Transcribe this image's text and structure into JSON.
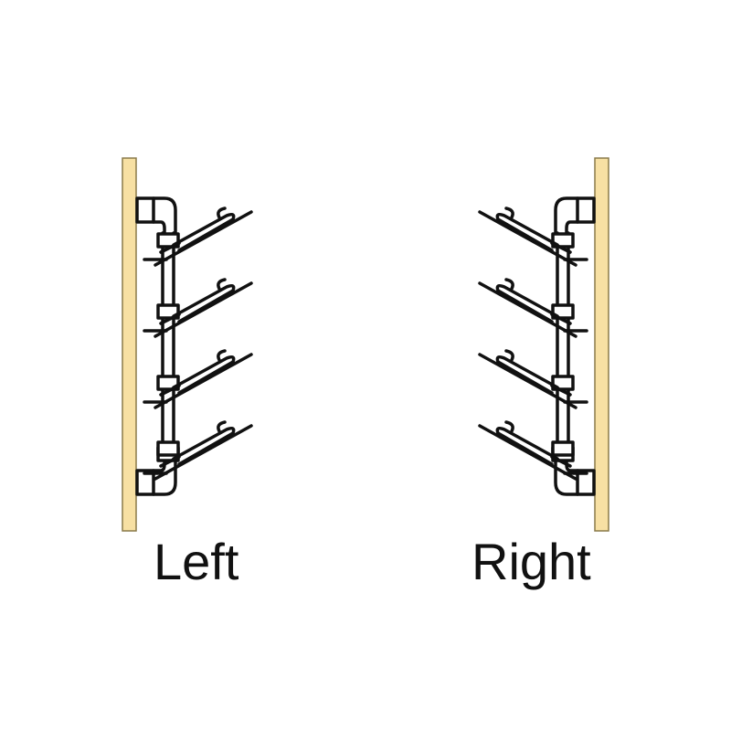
{
  "labels": {
    "left": "Left",
    "right": "Right"
  },
  "colors": {
    "background": "#ffffff",
    "wall_fill": "#f7e0a3",
    "wall_stroke": "#8a7a4a",
    "rack_line": "#111111",
    "rack_fill": "#ffffff"
  },
  "figure": {
    "hook_count": 4,
    "variants": [
      "left",
      "right"
    ]
  }
}
